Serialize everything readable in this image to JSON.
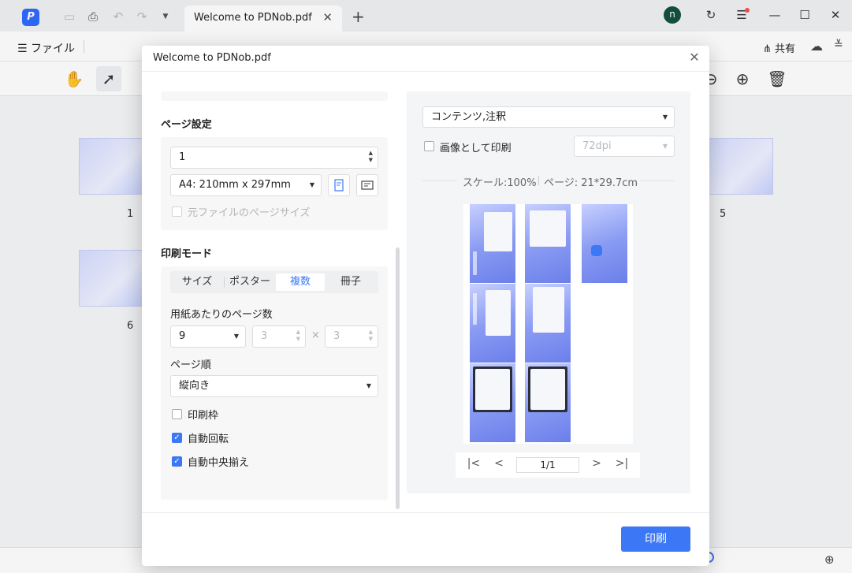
{
  "app": {
    "doc_tab": "Welcome to PDNob.pdf",
    "menu_file": "ファイル",
    "share": "共有",
    "avatar_initial": "n",
    "accent": "#3c78f5"
  },
  "thumbnails": [
    {
      "num": "1"
    },
    {
      "num": "5"
    },
    {
      "num": "6"
    }
  ],
  "dialog": {
    "title": "Welcome to PDNob.pdf",
    "page_settings": {
      "title": "ページ設定",
      "pages_value": "1",
      "paper": "A4: 210mm x 297mm",
      "original_size_label": "元ファイルのページサイズ"
    },
    "print_mode": {
      "title": "印刷モード",
      "tabs": [
        "サイズ",
        "ポスター",
        "複数",
        "冊子"
      ],
      "active_tab": "複数",
      "per_sheet_label": "用紙あたりのページ数",
      "per_sheet_value": "9",
      "cols": "3",
      "rows": "3",
      "times": "×",
      "order_label": "ページ順",
      "order_value": "縦向き",
      "options": [
        {
          "label": "印刷枠",
          "checked": false
        },
        {
          "label": "自動回転",
          "checked": true
        },
        {
          "label": "自動中央揃え",
          "checked": true
        }
      ]
    },
    "right": {
      "content_select": "コンテンツ,注釈",
      "print_as_image_label": "画像として印刷",
      "dpi": "72dpi",
      "scale": "スケール:100%",
      "page_size": "ページ: 21*29.7cm",
      "pager_value": "1/1"
    },
    "print_button": "印刷"
  }
}
